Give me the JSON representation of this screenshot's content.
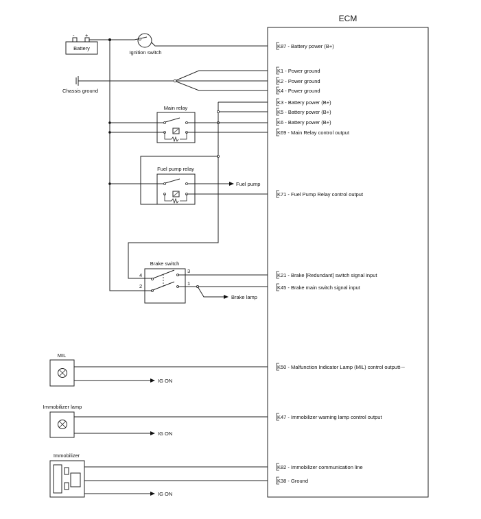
{
  "ecm": {
    "title": "ECM"
  },
  "components": {
    "battery": "Battery",
    "battery_minus": "-",
    "battery_plus": "+",
    "ignition_switch": "Ignition switch",
    "chassis_ground": "Chassis ground",
    "main_relay": "Main relay",
    "fuel_pump_relay": "Fuel pump relay",
    "fuel_pump": "Fuel pump",
    "brake_switch": "Brake switch",
    "brake_lamp": "Brake lamp",
    "mil": "MIL",
    "immobilizer_lamp": "Immobilizer lamp",
    "immobilizer": "Immobilizer",
    "ig_on": "IG ON"
  },
  "brake_pins": {
    "p4": "4",
    "p2": "2",
    "p3": "3",
    "p1": "1"
  },
  "pins": [
    {
      "id": "K87",
      "label": "K87 - Battery power (B+)"
    },
    {
      "id": "K1",
      "label": "K1 - Power ground"
    },
    {
      "id": "K2",
      "label": "K2 - Power ground"
    },
    {
      "id": "K4",
      "label": "K4 - Power ground"
    },
    {
      "id": "K3",
      "label": "K3 - Battery power (B+)"
    },
    {
      "id": "K5",
      "label": "K5 - Battery power (B+)"
    },
    {
      "id": "K6",
      "label": "K6 - Battery power (B+)"
    },
    {
      "id": "K69",
      "label": "K69 - Main Relay control output"
    },
    {
      "id": "K71",
      "label": "K71 - Fuel Pump Relay control output"
    },
    {
      "id": "K21",
      "label": "K21 - Brake [Redundant] switch signal input"
    },
    {
      "id": "K45",
      "label": "K45 - Brake main switch signal input"
    },
    {
      "id": "K50",
      "label": "K50 - Malfunction Indicator Lamp (MIL) control outputt-~"
    },
    {
      "id": "K47",
      "label": "K47 - Immobilizer warning lamp control output"
    },
    {
      "id": "K82",
      "label": "K82 - Immobilizer communication line"
    },
    {
      "id": "K38",
      "label": "K38 - Ground"
    }
  ]
}
